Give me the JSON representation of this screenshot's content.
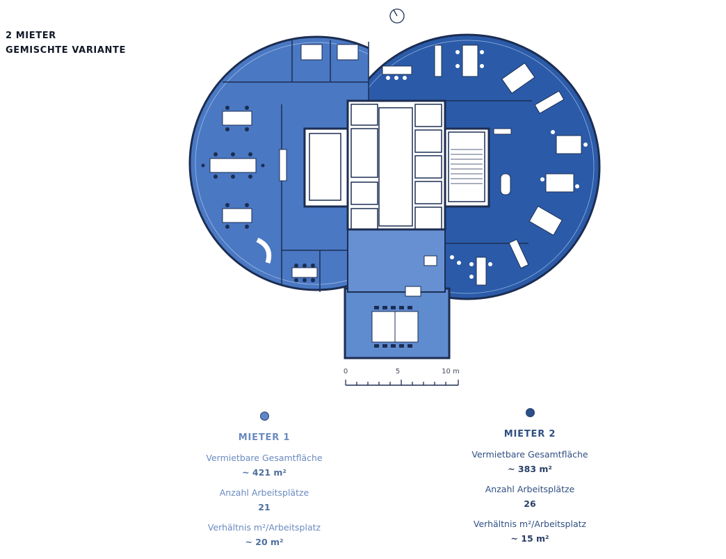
{
  "heading": {
    "line1": "2 MIETER",
    "line2": "GEMISCHTE VARIANTE"
  },
  "colors": {
    "tenant1": "#4a78c3",
    "tenant2": "#2b5ba8",
    "core": "#ffffff",
    "wall": "#1c2d52",
    "background": "#ffffff"
  },
  "scale": {
    "labels": [
      "0",
      "5",
      "10 m"
    ]
  },
  "tenants": [
    {
      "name": "MIETER 1",
      "area_label": "Vermietbare Gesamtfläche",
      "area_value": "~ 421 m²",
      "workplaces_label": "Anzahl Arbeitsplätze",
      "workplaces_value": "21",
      "ratio_label": "Verhältnis m²/Arbeitsplatz",
      "ratio_value": "~ 20 m²",
      "color": "#6f95d0"
    },
    {
      "name": "MIETER 2",
      "area_label": "Vermietbare Gesamtfläche",
      "area_value": "~ 383 m²",
      "workplaces_label": "Anzahl Arbeitsplätze",
      "workplaces_value": "26",
      "ratio_label": "Verhältnis m²/Arbeitsplatz",
      "ratio_value": "~ 15 m²",
      "color": "#1f3f72"
    }
  ],
  "compass": {
    "icon": "north-compass-icon"
  }
}
